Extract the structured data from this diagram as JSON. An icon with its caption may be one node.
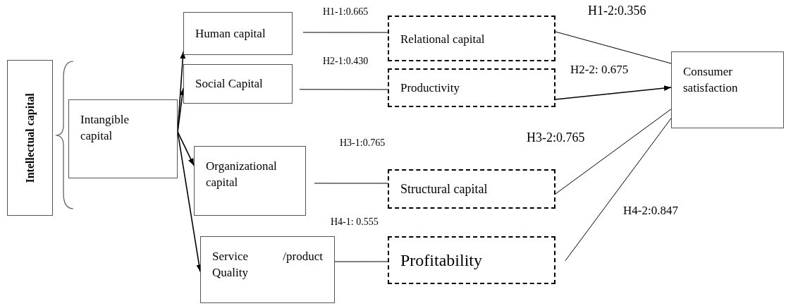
{
  "diagram": {
    "nodes": [
      {
        "text": [
          "Intellectual capital"
        ]
      },
      {
        "text": [
          "Intangible capital"
        ]
      },
      {
        "text": [
          "Human capital"
        ]
      },
      {
        "text": [
          "Social Capital"
        ]
      },
      {
        "text": [
          "Organizational capital"
        ]
      },
      {
        "text": [
          "Service /product Quality"
        ]
      },
      {
        "text": [
          "Relational capital"
        ]
      },
      {
        "text": [
          "Productivity"
        ]
      },
      {
        "text": [
          "Structural capital"
        ]
      },
      {
        "text": [
          "Profitability"
        ]
      },
      {
        "text": [
          "Consumer satisfaction"
        ]
      }
    ],
    "edges": [
      {
        "from": 1,
        "to": 2,
        "arrow": "to"
      },
      {
        "from": 1,
        "to": 3,
        "arrow": "to"
      },
      {
        "from": 1,
        "to": 4,
        "arrow": "to"
      },
      {
        "from": 1,
        "to": 5,
        "arrow": "to"
      },
      {
        "from": 2,
        "to": 6,
        "arrow": "none",
        "label": "H1-1:0.665"
      },
      {
        "from": 3,
        "to": 7,
        "arrow": "none",
        "label": "H2-1:0.430"
      },
      {
        "from": 4,
        "to": 8,
        "arrow": "none",
        "label": "H3-1:0.765"
      },
      {
        "from": 5,
        "to": 9,
        "arrow": "none",
        "label": "H4-1: 0.555"
      },
      {
        "from": 6,
        "to": 10,
        "arrow": "none",
        "label": "H1-2:0.356"
      },
      {
        "from": 7,
        "to": 10,
        "arrow": "to",
        "label": "H2-2: 0.675"
      },
      {
        "from": 8,
        "to": 10,
        "arrow": "none",
        "label": "H3-2:0.765"
      },
      {
        "from": 9,
        "to": 10,
        "arrow": "none",
        "label": "H4-2:0.847"
      }
    ]
  }
}
